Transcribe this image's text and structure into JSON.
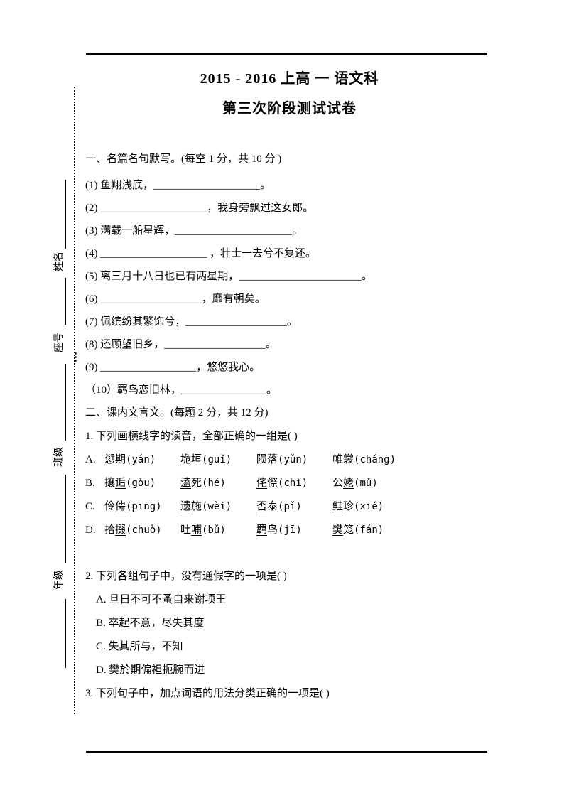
{
  "header": {
    "line1": "2015 - 2016 上高 一 语文科",
    "line2": "第三次阶段测试试卷"
  },
  "margin": {
    "labels": [
      "姓名",
      "座号",
      "班级",
      "年级"
    ],
    "ellipsis": "⋮"
  },
  "section1": {
    "heading": "一、名篇名句默写。(每空 1 分，共 10 分 )",
    "items": [
      "(1) 鱼翔浅底，____________________。",
      "(2) ____________________，我身旁飘过这女郎。",
      "(3) 满载一船星辉，______________________。",
      "(4) ____________________ ，壮士一去兮不复还。",
      "(5) 离三月十八日也已有两星期，_______________________。",
      "(6) ___________________，靡有朝矣。",
      "(7) 佩缤纷其繁饰兮，___________________。",
      "(8) 还顾望旧乡，___________________。",
      "(9) __________________，悠悠我心。",
      "（10）羁鸟恋旧林，________________。"
    ]
  },
  "section2": {
    "heading": "二、课内文言文。(每题 2 分，共 12 分)",
    "q1": {
      "stem": "1. 下列画横线字的读音，全部正确的一组是(      )",
      "options": [
        {
          "label": "A.",
          "words": [
            {
              "pre": "",
              "u": "愆",
              "post": "期",
              "py": "(yán)"
            },
            {
              "pre": "",
              "u": "垝",
              "post": "垣",
              "py": "(guǐ)"
            },
            {
              "pre": "",
              "u": "陨",
              "post": "落",
              "py": "(yǔn)"
            },
            {
              "pre": "帷",
              "u": "裳",
              "post": "",
              "py": "(cháng)"
            }
          ]
        },
        {
          "label": "B.",
          "words": [
            {
              "pre": "攘",
              "u": "诟",
              "post": "",
              "py": "(gòu)"
            },
            {
              "pre": "",
              "u": "溘",
              "post": "死",
              "py": "(hé)"
            },
            {
              "pre": "",
              "u": "侘",
              "post": "傺",
              "py": "(chì)"
            },
            {
              "pre": "公",
              "u": "姥",
              "post": "",
              "py": "(mǔ)"
            }
          ]
        },
        {
          "label": "C.",
          "words": [
            {
              "pre": "伶",
              "u": "俜",
              "post": "",
              "py": "(pīng)"
            },
            {
              "pre": "",
              "u": "遗",
              "post": "施",
              "py": "(wèi)"
            },
            {
              "pre": "",
              "u": "否",
              "post": "泰",
              "py": "(pǐ)"
            },
            {
              "pre": "",
              "u": "鲑",
              "post": "珍",
              "py": "(xié)"
            }
          ]
        },
        {
          "label": "D.",
          "words": [
            {
              "pre": "拾",
              "u": "掇",
              "post": "",
              "py": "(chuò)"
            },
            {
              "pre": "吐",
              "u": "哺",
              "post": "",
              "py": "(bǔ)"
            },
            {
              "pre": "",
              "u": "羁",
              "post": "鸟",
              "py": "(jī)"
            },
            {
              "pre": "",
              "u": "樊",
              "post": "笼",
              "py": "(fán)"
            }
          ]
        }
      ]
    },
    "q2": {
      "stem": "2. 下列各组句子中，没有通假字的一项是(      )",
      "options": [
        "A. 旦日不可不蚤自来谢项王",
        "B. 卒起不意，尽失其度",
        "C. 失其所与，不知",
        "D. 樊於期偏袒扼腕而进"
      ]
    },
    "q3": {
      "stem": "3. 下列句子中，加点词语的用法分类正确的一项是(      )"
    }
  }
}
